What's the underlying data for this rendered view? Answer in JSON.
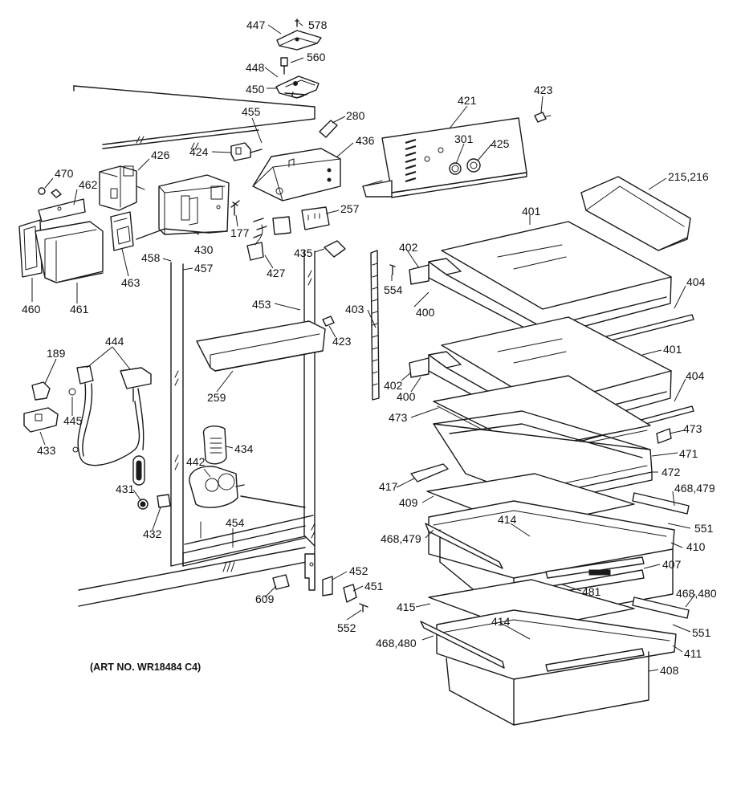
{
  "art_number": "(ART NO. WR18484 C4)",
  "callouts": [
    {
      "id": "c447",
      "text": "447"
    },
    {
      "id": "c578",
      "text": "578"
    },
    {
      "id": "c448",
      "text": "448"
    },
    {
      "id": "c560",
      "text": "560"
    },
    {
      "id": "c450",
      "text": "450"
    },
    {
      "id": "c455",
      "text": "455"
    },
    {
      "id": "c280",
      "text": "280"
    },
    {
      "id": "c421",
      "text": "421"
    },
    {
      "id": "c423a",
      "text": "423"
    },
    {
      "id": "c426",
      "text": "426"
    },
    {
      "id": "c424",
      "text": "424"
    },
    {
      "id": "c436",
      "text": "436"
    },
    {
      "id": "c301",
      "text": "301"
    },
    {
      "id": "c425",
      "text": "425"
    },
    {
      "id": "c470",
      "text": "470"
    },
    {
      "id": "c462",
      "text": "462"
    },
    {
      "id": "c177",
      "text": "177"
    },
    {
      "id": "c257",
      "text": "257"
    },
    {
      "id": "c215",
      "text": "215,216"
    },
    {
      "id": "c401a",
      "text": "401"
    },
    {
      "id": "c430",
      "text": "430"
    },
    {
      "id": "c458",
      "text": "458"
    },
    {
      "id": "c457",
      "text": "457"
    },
    {
      "id": "c463",
      "text": "463"
    },
    {
      "id": "c427",
      "text": "427"
    },
    {
      "id": "c435",
      "text": "435"
    },
    {
      "id": "c402a",
      "text": "402"
    },
    {
      "id": "c554",
      "text": "554"
    },
    {
      "id": "c404a",
      "text": "404"
    },
    {
      "id": "c460",
      "text": "460"
    },
    {
      "id": "c461",
      "text": "461"
    },
    {
      "id": "c453",
      "text": "453"
    },
    {
      "id": "c403",
      "text": "403"
    },
    {
      "id": "c400a",
      "text": "400"
    },
    {
      "id": "c423b",
      "text": "423"
    },
    {
      "id": "c401b",
      "text": "401"
    },
    {
      "id": "c189",
      "text": "189"
    },
    {
      "id": "c444",
      "text": "444"
    },
    {
      "id": "c402b",
      "text": "402"
    },
    {
      "id": "c404b",
      "text": "404"
    },
    {
      "id": "c400b",
      "text": "400"
    },
    {
      "id": "c259",
      "text": "259"
    },
    {
      "id": "c445",
      "text": "445"
    },
    {
      "id": "c473a",
      "text": "473"
    },
    {
      "id": "c473b",
      "text": "473"
    },
    {
      "id": "c433",
      "text": "433"
    },
    {
      "id": "c434",
      "text": "434"
    },
    {
      "id": "c471",
      "text": "471"
    },
    {
      "id": "c442",
      "text": "442"
    },
    {
      "id": "c472",
      "text": "472"
    },
    {
      "id": "c417",
      "text": "417"
    },
    {
      "id": "c468a",
      "text": "468,479"
    },
    {
      "id": "c431",
      "text": "431"
    },
    {
      "id": "c409",
      "text": "409"
    },
    {
      "id": "c414a",
      "text": "414"
    },
    {
      "id": "c551a",
      "text": "551"
    },
    {
      "id": "c432",
      "text": "432"
    },
    {
      "id": "c454",
      "text": "454"
    },
    {
      "id": "c468b",
      "text": "468,479"
    },
    {
      "id": "c410",
      "text": "410"
    },
    {
      "id": "c452",
      "text": "452"
    },
    {
      "id": "c407",
      "text": "407"
    },
    {
      "id": "c451",
      "text": "451"
    },
    {
      "id": "c609",
      "text": "609"
    },
    {
      "id": "c481",
      "text": "481"
    },
    {
      "id": "c468c",
      "text": "468,480"
    },
    {
      "id": "c415",
      "text": "415"
    },
    {
      "id": "c552",
      "text": "552"
    },
    {
      "id": "c414b",
      "text": "414"
    },
    {
      "id": "c551b",
      "text": "551"
    },
    {
      "id": "c468d",
      "text": "468,480"
    },
    {
      "id": "c411",
      "text": "411"
    },
    {
      "id": "c408",
      "text": "408"
    }
  ]
}
